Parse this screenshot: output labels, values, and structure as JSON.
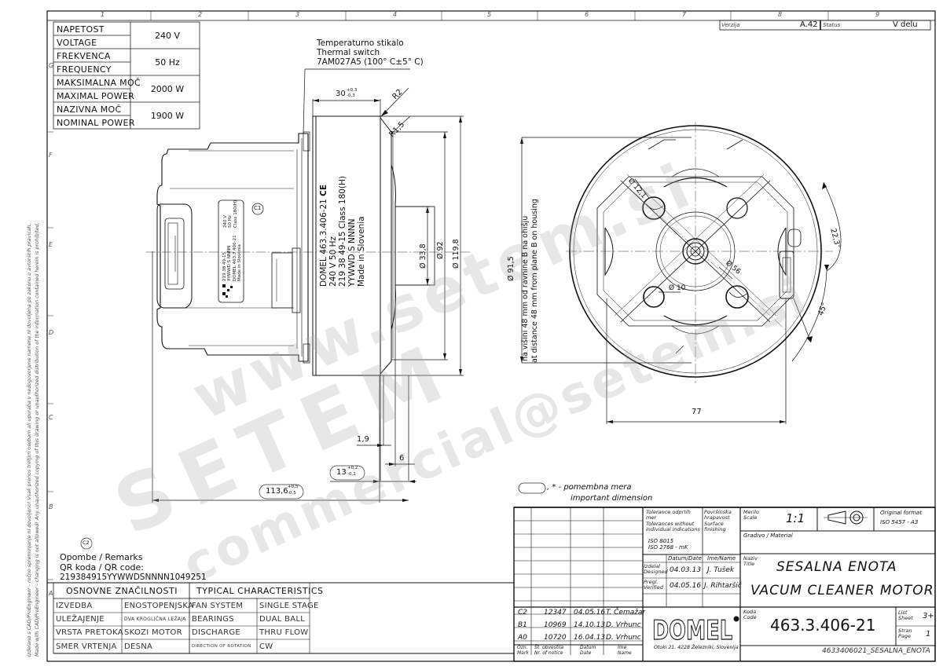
{
  "frame": {
    "column_numbers": [
      "1",
      "2",
      "3",
      "4",
      "5",
      "6",
      "7",
      "8",
      "9"
    ],
    "row_letters": [
      "G",
      "F",
      "E",
      "D",
      "C",
      "B",
      "A"
    ],
    "version_label": "Verzija",
    "version_value": "A.42",
    "status_label": "Status",
    "status_value": "V delu",
    "side_notice_line1": "Izdelano s CAD/ProEngineer - ročno spreminjanje ni dovoljeno! Vsak prenos tretjim osebam ali uporaba v nedogovorjene namene ni dovoljena po zakonu o avtorskih pravicah.",
    "side_notice_line2": "Made with CAD/ProEngineer - changing is not allowed! Any unauthorized copying of this drawing or unauthorized distribution of the information contained herein is prohibited."
  },
  "specs": [
    {
      "label_sl": "NAPETOST",
      "label_en": "VOLTAGE",
      "value": "240 V"
    },
    {
      "label_sl": "FREKVENCA",
      "label_en": "FREQUENCY",
      "value": "50 Hz"
    },
    {
      "label_sl": "MAKSIMALNA MOČ",
      "label_en": "MAXIMAL POWER",
      "value": "2000 W"
    },
    {
      "label_sl": "NAZIVNA MOČ",
      "label_en": "NOMINAL POWER",
      "value": "1900 W"
    }
  ],
  "side_view": {
    "thermal_switch_line1": "Temperaturno stikalo",
    "thermal_switch_line2": "Thermal switch",
    "thermal_switch_line3": "7AM027A5 (100° C±5° C)",
    "dim_30": "30",
    "dim_30_tol_upper": "+0,3",
    "dim_30_tol_lower": "-0,3",
    "radius_r2": "R2",
    "radius_r15": "R1,5",
    "label_plate": [
      "DOMEL 463.3.406-21",
      "240 V 50 Hz",
      "219 38 49-15 Class 180(H)",
      "YYWWD S NNNN",
      "Made in Slovenia"
    ],
    "ce_mark": "CE",
    "small_label": [
      "219 38 49-15",
      "YYWWD S NNNN",
      "DOMEL 463.3.406-21",
      "Made in Slovenia",
      "240 V",
      "50 Hz",
      "Class 180(H)"
    ],
    "callout_c1": "C1",
    "dia_338": "Ø 33,8",
    "dia_92": "Ø 92",
    "dia_1198": "Ø 119,8",
    "dim_19": "1,9",
    "dim_6": "6",
    "dim_13": "13",
    "dim_13_tol_upper": "+0,2",
    "dim_13_tol_lower": "-0,2",
    "dim_1136": "113,6",
    "dim_1136_tol_upper": "+0,5",
    "dim_1136_tol_lower": "-0,5"
  },
  "front_view": {
    "dia_915": "Ø 91,5",
    "note_sl": "na višini 48 mm od ravnine B na ohišju",
    "note_en": "at distance 48 mm from plane B on housing",
    "dia_121": "Ø 12,1",
    "dia_10": "Ø 10",
    "dia_56": "Ø 56",
    "angle_223": "22,3°",
    "angle_45": "45°",
    "dim_77": "77"
  },
  "legend": {
    "symbol_suffix": ", * - pomembna mera",
    "line2": "important dimension"
  },
  "remarks": {
    "callout_c2": "C2",
    "title": "Opombe / Remarks",
    "qr_label": "QR koda / QR code:",
    "qr_value": "219384915YYWWDSNNNN1049251"
  },
  "characteristics": {
    "header_sl": "OSNOVNE ZNAČILNOSTI",
    "header_en": "TYPICAL CHARACTERISTICS",
    "rows": [
      {
        "sl_label": "IZVEDBA",
        "sl_value": "ENOSTOPENJSKA",
        "en_label": "FAN SYSTEM",
        "en_value": "SINGLE STAGE"
      },
      {
        "sl_label": "ULEŽAJENJE",
        "sl_value": "DVA KROGLIČNA LEŽAJA",
        "en_label": "BEARINGS",
        "en_value": "DUAL BALL"
      },
      {
        "sl_label": "VRSTA PRETOKA",
        "sl_value": "SKOZI MOTOR",
        "en_label": "DISCHARGE",
        "en_value": "THRU FLOW"
      },
      {
        "sl_label": "SMER VRTENJA",
        "sl_value": "DESNA",
        "en_label": "DIRECTION OF ROTATION",
        "en_value": "CW"
      }
    ]
  },
  "title_block": {
    "tolerance_sl": "Tolerance odprtih mer",
    "tolerance_en": "Tolerances without individual indications",
    "tolerance_std1": "ISO 8015",
    "tolerance_std2": "ISO 2768 - mK",
    "surface_sl": "Površinska hrapavost",
    "surface_en": "Surface finishing",
    "scale_label_sl": "Merilo",
    "scale_label_en": "Scale",
    "scale_value": "1:1",
    "original_format_label": "Original format",
    "original_format_value": "ISO 5457 - A3",
    "material_label": "Gradivo / Material",
    "date_header": "Datum/Date",
    "name_header": "Ime/Name",
    "designed_label_sl": "Izdelal",
    "designed_label_en": "Designed",
    "designed_date": "04.03.13",
    "designed_name": "J. Tušek",
    "verified_label_sl": "Pregl.",
    "verified_label_en": "Verified",
    "verified_date": "04.05.16",
    "verified_name": "J. Rihtaršič",
    "title_label_sl": "Naziv",
    "title_label_en": "Title",
    "title_line1": "SESALNA ENOTA",
    "title_line2": "VACUM CLEANER MOTOR",
    "code_label_sl": "Koda",
    "code_label_en": "Code",
    "code_value": "463.3.406-21",
    "sheet_label_sl": "List",
    "sheet_label_en": "Sheet",
    "sheet_value": "3+",
    "page_label_sl": "Stran",
    "page_label_en": "Page",
    "page_value": "1",
    "file_name": "4633406021_SESALNA_ENOTA",
    "company_logo": "DOMEL",
    "company_address": "Otoki 21, 4228 Železniki, Slovenija",
    "revisions": [
      {
        "mark": "C2",
        "notice": "12347",
        "date": "04.05.16",
        "name": "T. Čemažar"
      },
      {
        "mark": "B1",
        "notice": "10969",
        "date": "14.10.13",
        "name": "D. Vrhunc"
      },
      {
        "mark": "A0",
        "notice": "10720",
        "date": "16.04.13",
        "name": "D. Vrhunc"
      }
    ],
    "rev_header_mark_sl": "Ozn.",
    "rev_header_mark_en": "Mark",
    "rev_header_notice_sl": "Št. obvestila",
    "rev_header_notice_en": "Nr. of notice",
    "rev_header_date_sl": "Datum",
    "rev_header_date_en": "Date",
    "rev_header_name_sl": "Ime",
    "rev_header_name_en": "Name"
  },
  "watermark": {
    "text1": "SETEM",
    "text2": "www.setem.si",
    "text3": "commercial@setem.si"
  }
}
